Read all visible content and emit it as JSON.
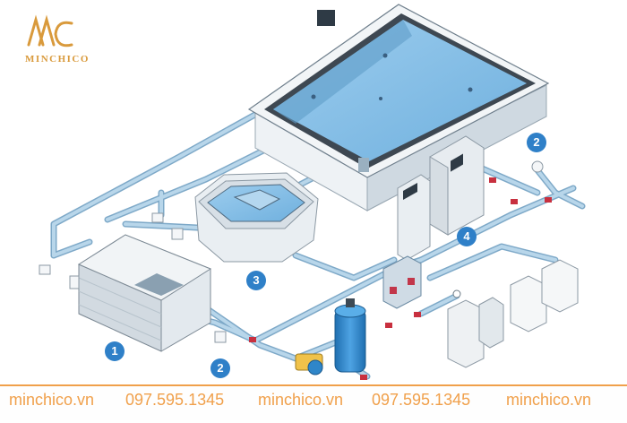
{
  "brand": {
    "name": "MINCHICO",
    "accent": "#d99a3c"
  },
  "callouts": [
    {
      "id": "1",
      "label": "1"
    },
    {
      "id": "2a",
      "label": "2"
    },
    {
      "id": "2b",
      "label": "2"
    },
    {
      "id": "3",
      "label": "3"
    },
    {
      "id": "4",
      "label": "4"
    }
  ],
  "footer": {
    "site": "minchico.vn",
    "phone": "097.595.1345",
    "accent": "#f0a04b"
  },
  "colors": {
    "pipe": "#a9cbe3",
    "pipe_edge": "#7ea9c8",
    "water": "#8ec3e6",
    "pool_rim": "#e8eef3",
    "badge": "#2f80c8",
    "pump": "#2f86c9"
  }
}
